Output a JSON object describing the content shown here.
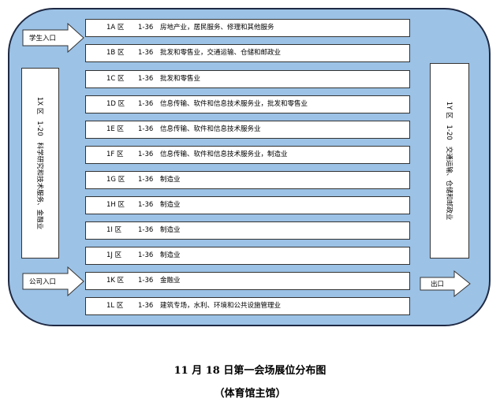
{
  "entrances": {
    "student": "学生入口",
    "company": "公司入口",
    "exit": "出口"
  },
  "zones": [
    {
      "id": "1A 区",
      "range": "1-36",
      "industry": "房地产业，居民服务、修理和其他服务"
    },
    {
      "id": "1B 区",
      "range": "1-36",
      "industry": "批发和零售业，交通运输、仓储和邮政业"
    },
    {
      "id": "1C 区",
      "range": "1-36",
      "industry": "批发和零售业"
    },
    {
      "id": "1D 区",
      "range": "1-36",
      "industry": "信息传输、软件和信息技术服务业，批发和零售业"
    },
    {
      "id": "1E 区",
      "range": "1-36",
      "industry": "信息传输、软件和信息技术服务业"
    },
    {
      "id": "1F 区",
      "range": "1-36",
      "industry": "信息传输、软件和信息技术服务业，制造业"
    },
    {
      "id": "1G 区",
      "range": "1-36",
      "industry": "制造业"
    },
    {
      "id": "1H 区",
      "range": "1-36",
      "industry": "制造业"
    },
    {
      "id": "1I 区",
      "range": "1-36",
      "industry": "制造业"
    },
    {
      "id": "1J 区",
      "range": "1-36",
      "industry": "制造业"
    },
    {
      "id": "1K 区",
      "range": "1-36",
      "industry": "金融业"
    },
    {
      "id": "1L 区",
      "range": "1-36",
      "industry": "建筑专场，水利、环境和公共设施管理业"
    }
  ],
  "side_left": {
    "id": "1X 区",
    "range": "1-20",
    "industry": "科学研究和技术服务、金融业"
  },
  "side_right": {
    "id": "1Y 区",
    "range": "1-20",
    "industry": "交通运输、仓储和邮政业"
  },
  "caption": {
    "title": "11 月 18 日第一会场展位分布图",
    "subtitle": "（体育馆主馆）"
  }
}
